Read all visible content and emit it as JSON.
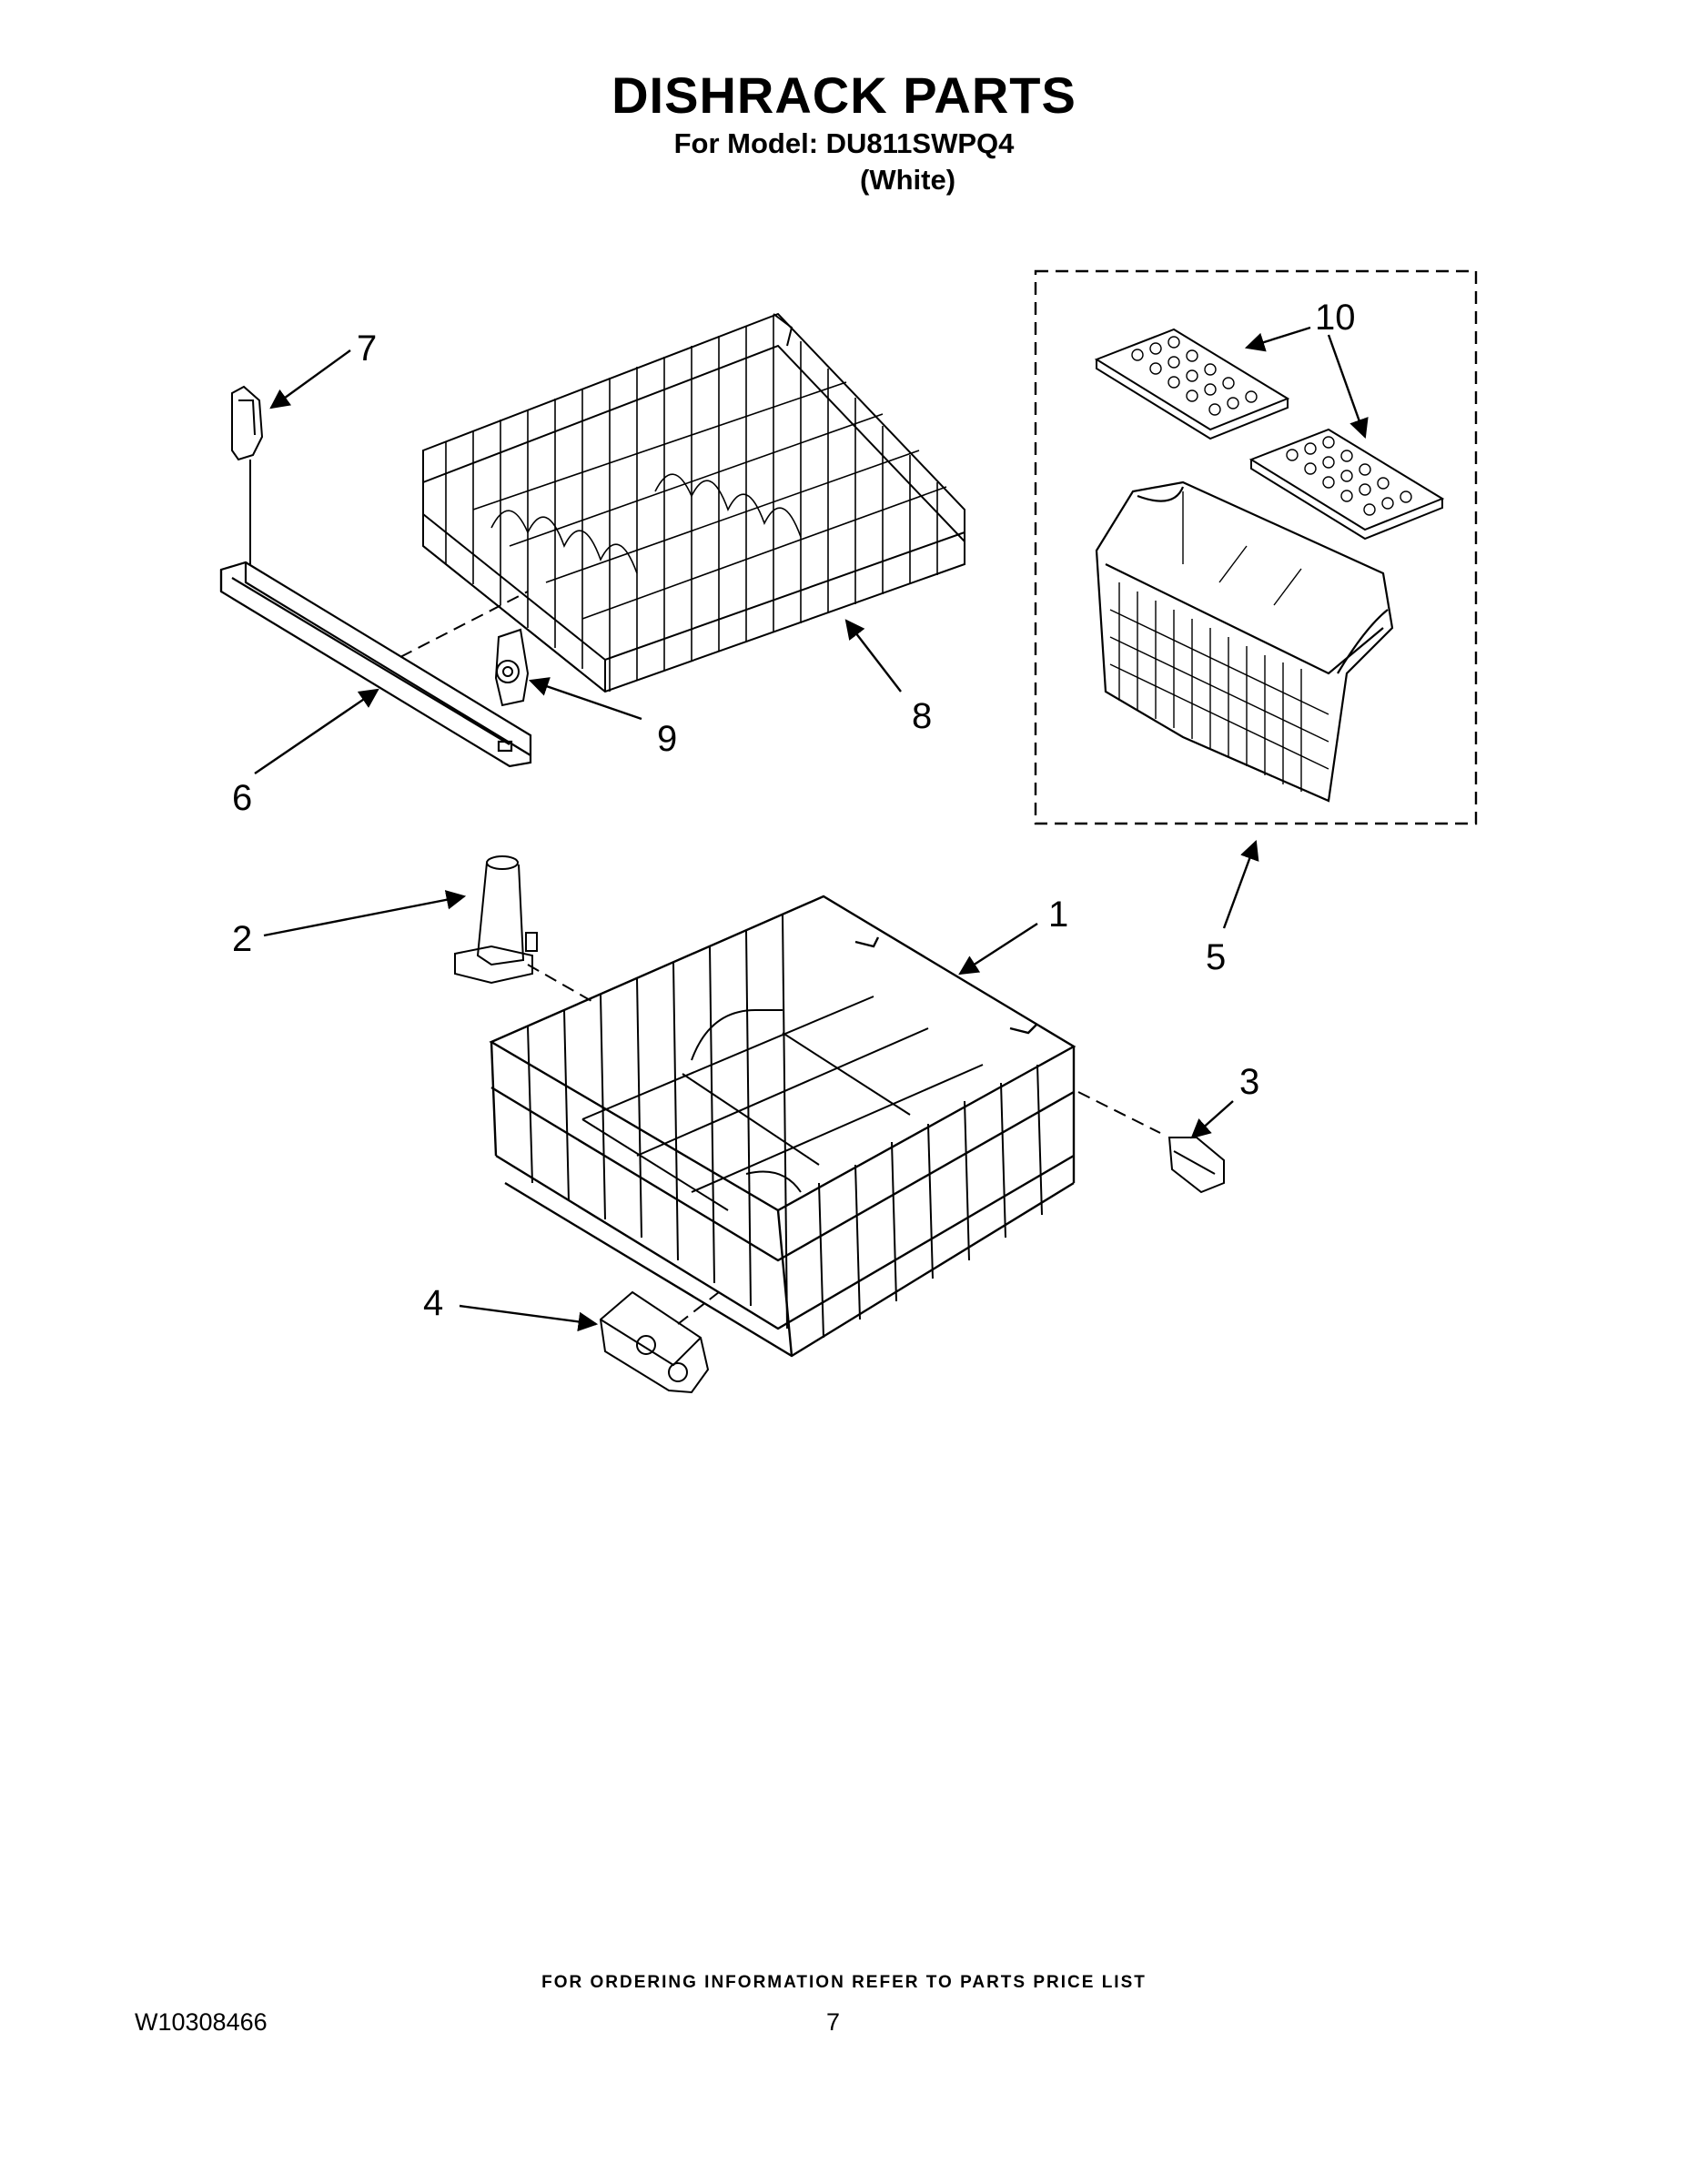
{
  "header": {
    "title": "DISHRACK PARTS",
    "model_line": "For Model: DU811SWPQ4",
    "color_line": "(White)"
  },
  "callouts": {
    "c1": "1",
    "c2": "2",
    "c3": "3",
    "c4": "4",
    "c5": "5",
    "c6": "6",
    "c7": "7",
    "c8": "8",
    "c9": "9",
    "c10": "10"
  },
  "footer": {
    "ordering_note": "FOR ORDERING INFORMATION REFER TO PARTS PRICE LIST",
    "document_number": "W10308466",
    "page_number": "7"
  }
}
